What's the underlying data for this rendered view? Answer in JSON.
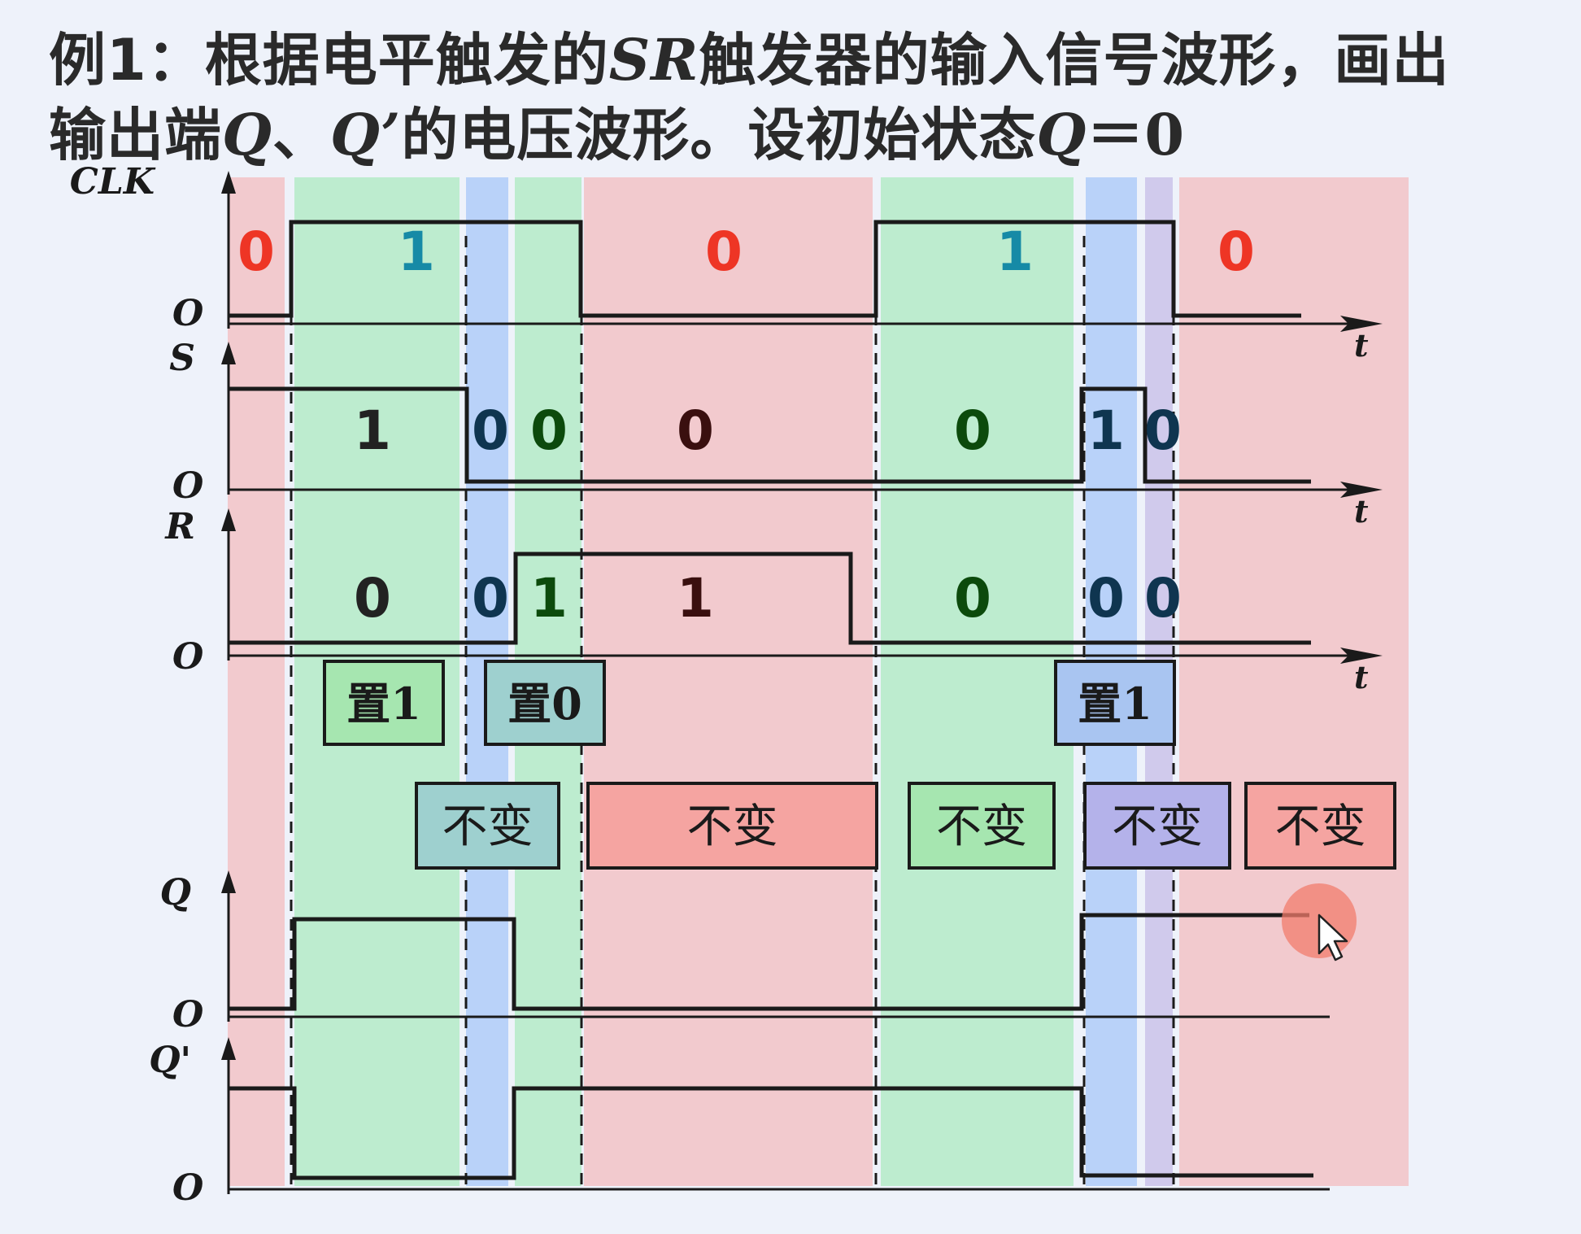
{
  "title": {
    "line1": {
      "prefix": "例1：根据电平触发的",
      "sr": "SR",
      "suffix": "触发器的输入信号波形，画出"
    },
    "line2": {
      "prefix": "输出端",
      "q": "Q",
      "sep": "、",
      "q_bar": "Q’",
      "suffix": "的电压波形。设初始状态",
      "q_init": "Q",
      "eq": "＝0"
    }
  },
  "axes": {
    "time_label": "t",
    "origin_label": "O",
    "signals": [
      "CLK",
      "S",
      "R",
      "Q",
      "Q'"
    ]
  },
  "bands": [
    {
      "color": "red"
    },
    {
      "color": "green"
    },
    {
      "color": "blue"
    },
    {
      "color": "green"
    },
    {
      "color": "red"
    },
    {
      "color": "green"
    },
    {
      "color": "blue"
    },
    {
      "color": "purple"
    },
    {
      "color": "red"
    }
  ],
  "value_labels": {
    "clk": [
      "0",
      "1",
      "0",
      "1",
      "0"
    ],
    "s": [
      "1",
      "0",
      "0",
      "0",
      "0",
      "1",
      "0"
    ],
    "r": [
      "0",
      "0",
      "1",
      "1",
      "0",
      "0",
      "0"
    ]
  },
  "action_boxes": {
    "set1": "置1",
    "reset0": "置0",
    "set1b": "置1"
  },
  "hold_boxes": [
    "不变",
    "不变",
    "不变",
    "不变",
    "不变"
  ],
  "colors": {
    "band_red": "#f2c7ca",
    "band_green": "#b9eccb",
    "band_blue": "#b4cff8",
    "band_purple": "#cdc7ea",
    "label_red": "#ee3525",
    "label_teal": "#168aa6",
    "label_s_dark": "#222222",
    "label_s_green": "#0c4a0c",
    "label_s_navy": "#0f3550",
    "label_s_brown": "#3a0f0f",
    "wave": "#1a1a1a",
    "box_green": "#a6e6b0",
    "box_blue_green": "#9ed0cf",
    "box_red": "#f5a4a1",
    "box_purple": "#b4b2ea",
    "box_blue": "#a9c5f1",
    "cursor_halo": "#f27c6c",
    "page_background": "#eef2fa"
  }
}
